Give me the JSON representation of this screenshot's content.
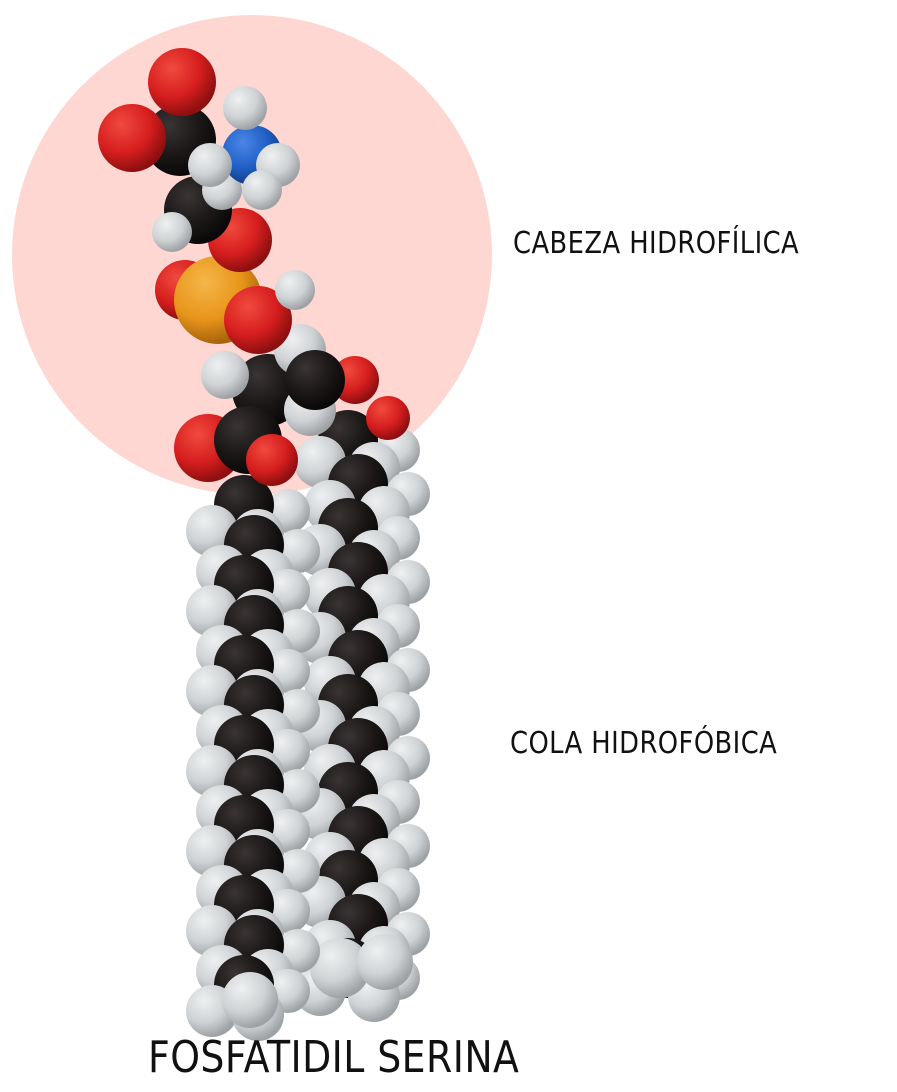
{
  "diagram": {
    "labels": {
      "head": "CABEZA HIDROFÍLICA",
      "tail": "COLA HIDROFÓBICA",
      "title": "FOSFATIDIL SERINA"
    },
    "colors": {
      "head_region": "#ffd3cd",
      "carbon": "#1b1717",
      "hydrogen": "#cfd2d4",
      "oxygen": "#d61e1e",
      "nitrogen": "#1f5fc4",
      "phosphorus": "#e8951a"
    },
    "atom_types": [
      "carbon",
      "hydrogen",
      "oxygen",
      "nitrogen",
      "phosphorus"
    ]
  }
}
